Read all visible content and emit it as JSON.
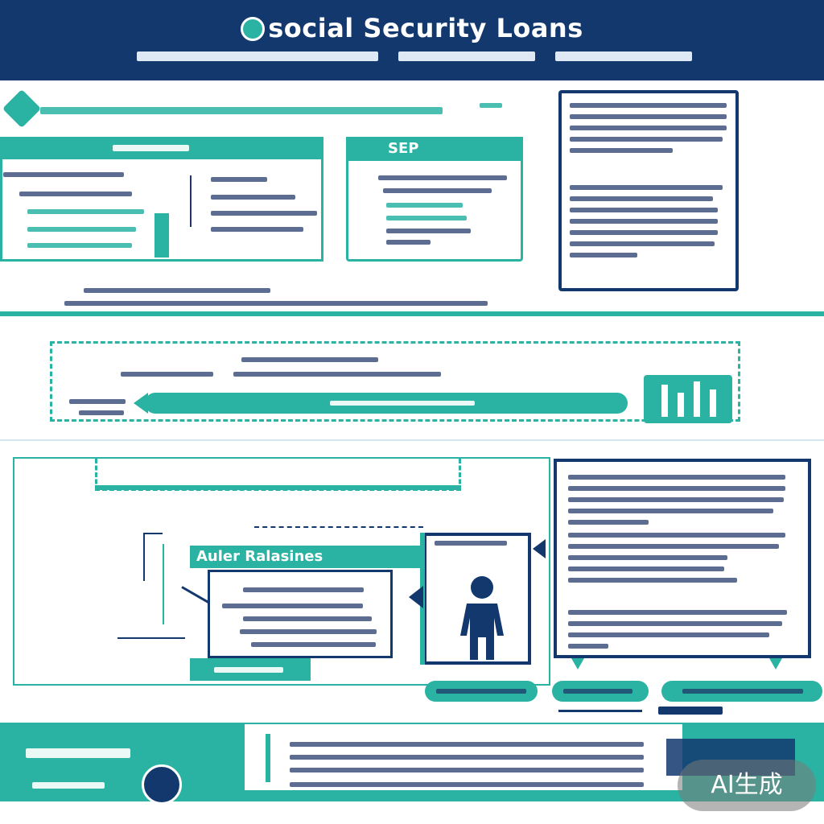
{
  "header": {
    "title": "social Security Loans"
  },
  "panels": {
    "mid_left_tag": "SEP",
    "flow_label": "Auler Ralasines"
  },
  "badge": {
    "text": "AI生成"
  },
  "icons": {
    "globe": "globe-icon",
    "person": "person-icon",
    "round_button": "pin-icon"
  },
  "colors": {
    "navy": "#12386e",
    "teal": "#2ab3a3",
    "background": "#ffffff"
  }
}
